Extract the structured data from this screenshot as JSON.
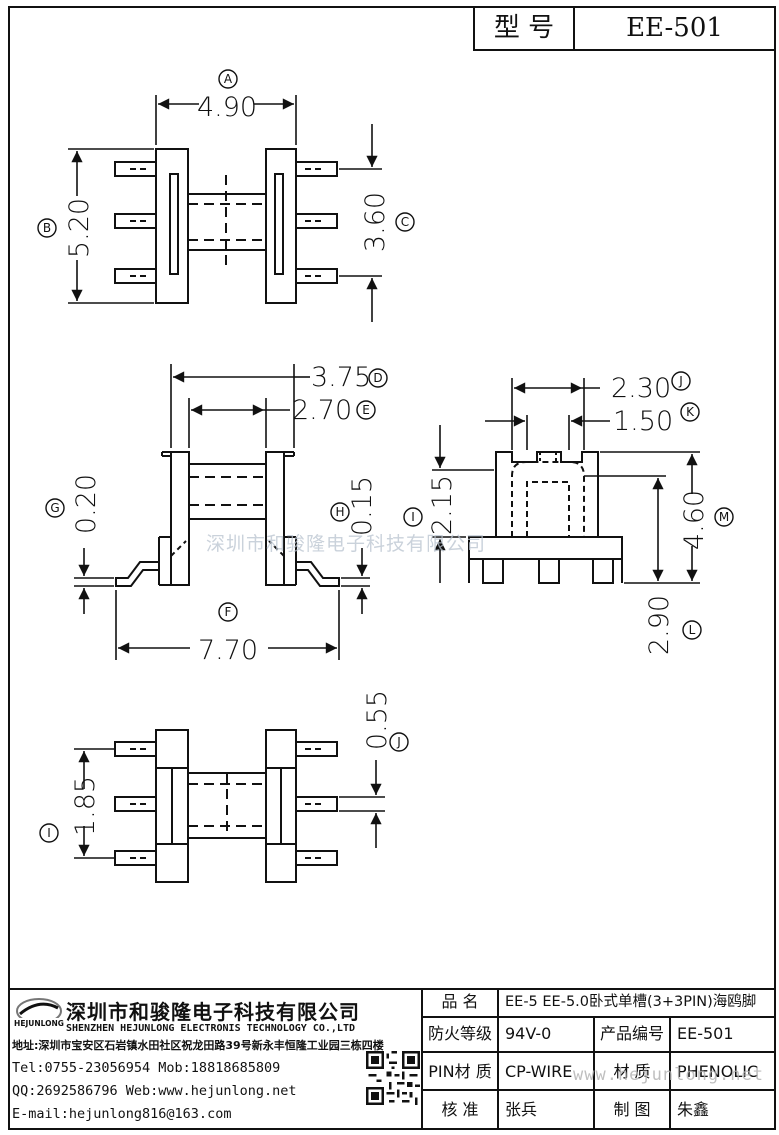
{
  "title_block": {
    "label": "型 号",
    "model": "EE-501"
  },
  "dimensions": {
    "top_view": {
      "A": {
        "letter": "A",
        "value": "4.90"
      },
      "B": {
        "letter": "B",
        "value": "5.20"
      },
      "C": {
        "letter": "C",
        "value": "3.60"
      }
    },
    "front_view": {
      "D": {
        "letter": "D",
        "value": "3.75"
      },
      "E": {
        "letter": "E",
        "value": "2.70"
      },
      "F": {
        "letter": "F",
        "value": "7.70"
      },
      "G": {
        "letter": "G",
        "value": "0.20"
      },
      "H": {
        "letter": "H",
        "value": "0.15"
      }
    },
    "side_view": {
      "I": {
        "letter": "I",
        "value": "2.15"
      },
      "J": {
        "letter": "J",
        "value": "2.30"
      },
      "K": {
        "letter": "K",
        "value": "1.50"
      },
      "L": {
        "letter": "L",
        "value": "2.90"
      },
      "M": {
        "letter": "M",
        "value": "4.60"
      }
    },
    "bottom_view": {
      "I": {
        "letter": "I",
        "value": "1.85"
      },
      "J": {
        "letter": "J",
        "value": "0.55"
      }
    }
  },
  "watermark": "深圳市和骏隆电子科技有限公司",
  "footer_watermark": "www.hejunlong.net",
  "company": {
    "logo_text": "HEJUNLONG",
    "name_cn": "深圳市和骏隆电子科技有限公司",
    "name_en": "SHENZHEN HEJUNLONG ELECTRONIS TECHNOLOGY CO.,LTD",
    "address": "地址:深圳市宝安区石岩镇水田社区祝龙田路39号新永丰恒隆工业园三栋四楼",
    "tel": "Tel:0755-23056954  Mob:18818685809",
    "qq": "QQ:2692586796 Web:www.hejunlong.net",
    "email": "E-mail:hejunlong816@163.com"
  },
  "spec_table": {
    "name_label": "品  名",
    "name_value": "EE-5 EE-5.0卧式单槽(3+3PIN)海鸥脚",
    "fire_label": "防火等级",
    "fire_value": "94V-0",
    "code_label": "产品编号",
    "code_value": "EE-501",
    "pin_label": "PIN材 质",
    "pin_value": "CP-WIRE",
    "mat_label": "材  质",
    "mat_value": "PHENOLIC",
    "check_label": "核  准",
    "check_value": "张兵",
    "draw_label": "制  图",
    "draw_value": "朱鑫"
  }
}
